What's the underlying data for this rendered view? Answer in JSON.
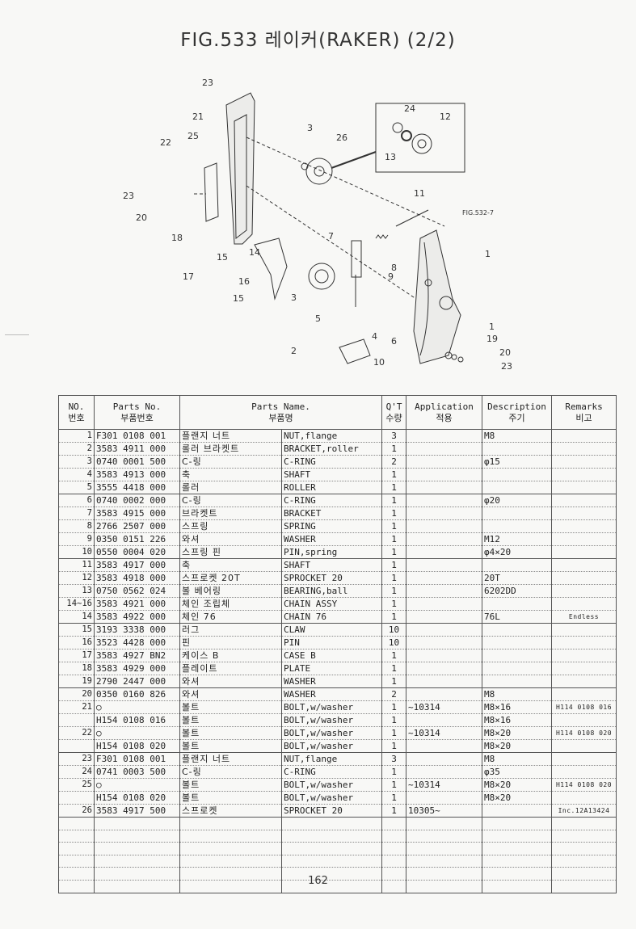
{
  "title": "FIG.533 레이커(RAKER) (2/2)",
  "page_number": "162",
  "diagram": {
    "callouts": [
      "23",
      "21",
      "25",
      "22",
      "23",
      "20",
      "18",
      "17",
      "15",
      "14",
      "16",
      "15",
      "3",
      "26",
      "24",
      "12",
      "13",
      "11",
      "FIG.532-7",
      "7",
      "8",
      "9",
      "1",
      "3",
      "5",
      "4",
      "6",
      "2",
      "10",
      "1",
      "19",
      "20",
      "23"
    ]
  },
  "table": {
    "headers": {
      "no": [
        "NO.",
        "번호"
      ],
      "parts_no": [
        "Parts No.",
        "부품번호"
      ],
      "parts_name": [
        "Parts Name.",
        "부품명"
      ],
      "qt": [
        "Q'T",
        "수량"
      ],
      "application": [
        "Application",
        "적용"
      ],
      "description": [
        "Description",
        "주기"
      ],
      "remarks": [
        "Remarks",
        "비고"
      ]
    },
    "rows": [
      {
        "no": "1",
        "pn": "F301 0108 001",
        "kr": "플랜지 너트",
        "en": "NUT,flange",
        "qt": "3",
        "ap": "",
        "ds": "M8",
        "rm": "",
        "grp": false
      },
      {
        "no": "2",
        "pn": "3583 4911 000",
        "kr": "롤러 브라켓트",
        "en": "BRACKET,roller",
        "qt": "1",
        "ap": "",
        "ds": "",
        "rm": "",
        "grp": false
      },
      {
        "no": "3",
        "pn": "0740 0001 500",
        "kr": "C-링",
        "en": "C-RING",
        "qt": "2",
        "ap": "",
        "ds": "φ15",
        "rm": "",
        "grp": false
      },
      {
        "no": "4",
        "pn": "3583 4913 000",
        "kr": "축",
        "en": "SHAFT",
        "qt": "1",
        "ap": "",
        "ds": "",
        "rm": "",
        "grp": false
      },
      {
        "no": "5",
        "pn": "3555 4418 000",
        "kr": "롤러",
        "en": "ROLLER",
        "qt": "1",
        "ap": "",
        "ds": "",
        "rm": "",
        "grp": true
      },
      {
        "no": "6",
        "pn": "0740 0002 000",
        "kr": "C-링",
        "en": "C-RING",
        "qt": "1",
        "ap": "",
        "ds": "φ20",
        "rm": "",
        "grp": false
      },
      {
        "no": "7",
        "pn": "3583 4915 000",
        "kr": "브라켓트",
        "en": "BRACKET",
        "qt": "1",
        "ap": "",
        "ds": "",
        "rm": "",
        "grp": false
      },
      {
        "no": "8",
        "pn": "2766 2507 000",
        "kr": "스프링",
        "en": "SPRING",
        "qt": "1",
        "ap": "",
        "ds": "",
        "rm": "",
        "grp": false
      },
      {
        "no": "9",
        "pn": "0350 0151 226",
        "kr": "와셔",
        "en": "WASHER",
        "qt": "1",
        "ap": "",
        "ds": "M12",
        "rm": "",
        "grp": false
      },
      {
        "no": "10",
        "pn": "0550 0004 020",
        "kr": "스프링 핀",
        "en": "PIN,spring",
        "qt": "1",
        "ap": "",
        "ds": "φ4×20",
        "rm": "",
        "grp": true
      },
      {
        "no": "11",
        "pn": "3583 4917 000",
        "kr": "축",
        "en": "SHAFT",
        "qt": "1",
        "ap": "",
        "ds": "",
        "rm": "",
        "grp": false
      },
      {
        "no": "12",
        "pn": "3583 4918 000",
        "kr": "스프로켓 20T",
        "en": "SPROCKET 20",
        "qt": "1",
        "ap": "",
        "ds": "20T",
        "rm": "",
        "grp": false
      },
      {
        "no": "13",
        "pn": "0750 0562 024",
        "kr": "볼 베어링",
        "en": "BEARING,ball",
        "qt": "1",
        "ap": "",
        "ds": "6202DD",
        "rm": "",
        "grp": false
      },
      {
        "no": "14~16",
        "pn": "3583 4921 000",
        "kr": "체인 조립체",
        "en": "CHAIN ASSY",
        "qt": "1",
        "ap": "",
        "ds": "",
        "rm": "",
        "grp": false
      },
      {
        "no": "14",
        "pn": "3583 4922 000",
        "kr": "체인 76",
        "en": "CHAIN 76",
        "qt": "1",
        "ap": "",
        "ds": "76L",
        "rm": "Endless",
        "grp": true
      },
      {
        "no": "15",
        "pn": "3193 3338 000",
        "kr": "러그",
        "en": "CLAW",
        "qt": "10",
        "ap": "",
        "ds": "",
        "rm": "",
        "grp": false
      },
      {
        "no": "16",
        "pn": "3523 4428 000",
        "kr": "핀",
        "en": "PIN",
        "qt": "10",
        "ap": "",
        "ds": "",
        "rm": "",
        "grp": false
      },
      {
        "no": "17",
        "pn": "3583 4927 BN2",
        "kr": "케이스 B",
        "en": "CASE B",
        "qt": "1",
        "ap": "",
        "ds": "",
        "rm": "",
        "grp": false
      },
      {
        "no": "18",
        "pn": "3583 4929 000",
        "kr": "플레이트",
        "en": "PLATE",
        "qt": "1",
        "ap": "",
        "ds": "",
        "rm": "",
        "grp": false
      },
      {
        "no": "19",
        "pn": "2790 2447 000",
        "kr": "와셔",
        "en": "WASHER",
        "qt": "1",
        "ap": "",
        "ds": "",
        "rm": "",
        "grp": true
      },
      {
        "no": "20",
        "pn": "0350 0160 826",
        "kr": "와셔",
        "en": "WASHER",
        "qt": "2",
        "ap": "",
        "ds": "M8",
        "rm": "",
        "grp": false
      },
      {
        "no": "21",
        "pn": "○",
        "kr": "볼트",
        "en": "BOLT,w/washer",
        "qt": "1",
        "ap": "~10314",
        "ds": "M8×16",
        "rm": "H114 0108 016",
        "grp": false
      },
      {
        "no": "",
        "pn": "H154 0108 016",
        "kr": "볼트",
        "en": "BOLT,w/washer",
        "qt": "1",
        "ap": "",
        "ds": "M8×16",
        "rm": "",
        "grp": false
      },
      {
        "no": "22",
        "pn": "○",
        "kr": "볼트",
        "en": "BOLT,w/washer",
        "qt": "1",
        "ap": "~10314",
        "ds": "M8×20",
        "rm": "H114 0108 020",
        "grp": false
      },
      {
        "no": "",
        "pn": "H154 0108 020",
        "kr": "볼트",
        "en": "BOLT,w/washer",
        "qt": "1",
        "ap": "",
        "ds": "M8×20",
        "rm": "",
        "grp": true
      },
      {
        "no": "23",
        "pn": "F301 0108 001",
        "kr": "플랜지 너트",
        "en": "NUT,flange",
        "qt": "3",
        "ap": "",
        "ds": "M8",
        "rm": "",
        "grp": false
      },
      {
        "no": "24",
        "pn": "0741 0003 500",
        "kr": "C-링",
        "en": "C-RING",
        "qt": "1",
        "ap": "",
        "ds": "φ35",
        "rm": "",
        "grp": false
      },
      {
        "no": "25",
        "pn": "○",
        "kr": "볼트",
        "en": "BOLT,w/washer",
        "qt": "1",
        "ap": "~10314",
        "ds": "M8×20",
        "rm": "H114 0108 020",
        "grp": false
      },
      {
        "no": "",
        "pn": "H154 0108 020",
        "kr": "볼트",
        "en": "BOLT,w/washer",
        "qt": "1",
        "ap": "",
        "ds": "M8×20",
        "rm": "",
        "grp": false
      },
      {
        "no": "26",
        "pn": "3583 4917 500",
        "kr": "스프로켓",
        "en": "SPROCKET 20",
        "qt": "1",
        "ap": "10305~",
        "ds": "",
        "rm": "Inc.12A13424",
        "grp": true
      },
      {
        "no": "",
        "pn": "",
        "kr": "",
        "en": "",
        "qt": "",
        "ap": "",
        "ds": "",
        "rm": "",
        "grp": false
      },
      {
        "no": "",
        "pn": "",
        "kr": "",
        "en": "",
        "qt": "",
        "ap": "",
        "ds": "",
        "rm": "",
        "grp": false
      },
      {
        "no": "",
        "pn": "",
        "kr": "",
        "en": "",
        "qt": "",
        "ap": "",
        "ds": "",
        "rm": "",
        "grp": false
      },
      {
        "no": "",
        "pn": "",
        "kr": "",
        "en": "",
        "qt": "",
        "ap": "",
        "ds": "",
        "rm": "",
        "grp": false
      },
      {
        "no": "",
        "pn": "",
        "kr": "",
        "en": "",
        "qt": "",
        "ap": "",
        "ds": "",
        "rm": "",
        "grp": false
      },
      {
        "no": "",
        "pn": "",
        "kr": "",
        "en": "",
        "qt": "",
        "ap": "",
        "ds": "",
        "rm": "",
        "grp": false
      }
    ]
  }
}
